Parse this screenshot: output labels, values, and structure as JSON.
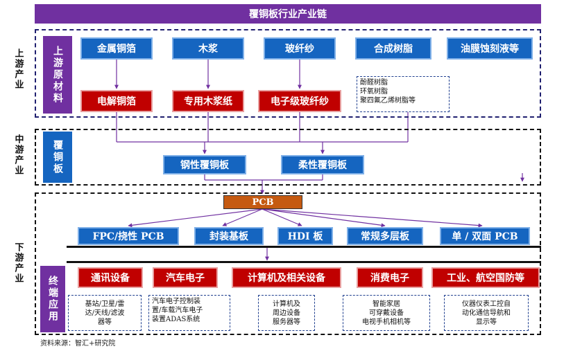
{
  "title": "覆铜板行业产业链",
  "stages": {
    "upstream": "上游产业",
    "midstream": "中游产业",
    "downstream": "下游产业"
  },
  "upstream": {
    "label": "上游原材料",
    "raw": [
      "金属铜箔",
      "木浆",
      "玻纤纱",
      "合成树脂",
      "油膜蚀刻液等"
    ],
    "processed": [
      "电解铜箔",
      "专用木浆纸",
      "电子级玻纤纱"
    ],
    "resin_note": [
      "酚醛树脂",
      "环氧树脂",
      "聚四氟乙烯树脂等"
    ]
  },
  "midstream": {
    "label": "覆铜板",
    "products": [
      "钢性覆铜板",
      "柔性覆铜板"
    ]
  },
  "downstream": {
    "pcb": "PCB",
    "pcb_types": [
      "FPC/挠性 PCB",
      "封装基板",
      "HDI 板",
      "常规多层板",
      "单 / 双面 PCB"
    ],
    "terminal_label": "终端应用",
    "terminals": [
      "通讯设备",
      "汽车电子",
      "计算机及相关设备",
      "消费电子",
      "工业、航空国防等"
    ],
    "terminal_notes": [
      [
        "基站/卫星/雷",
        "达/天线/滤波",
        "器等"
      ],
      [
        "汽车电子控制装",
        "置/车载汽车电子",
        "装置ADAS系统"
      ],
      [
        "计算机及",
        "周边设备",
        "服务器等"
      ],
      [
        "智能家居",
        "可穿戴设备",
        "电视手机相机等"
      ],
      [
        "仪器仪表工控自",
        "动化通信导航和",
        "显示等"
      ]
    ]
  },
  "source": "资料来源：智汇+研究院",
  "colors": {
    "purple": "#7030a0",
    "blue": "#1565c0",
    "red": "#c00000",
    "orange": "#c55a11"
  }
}
